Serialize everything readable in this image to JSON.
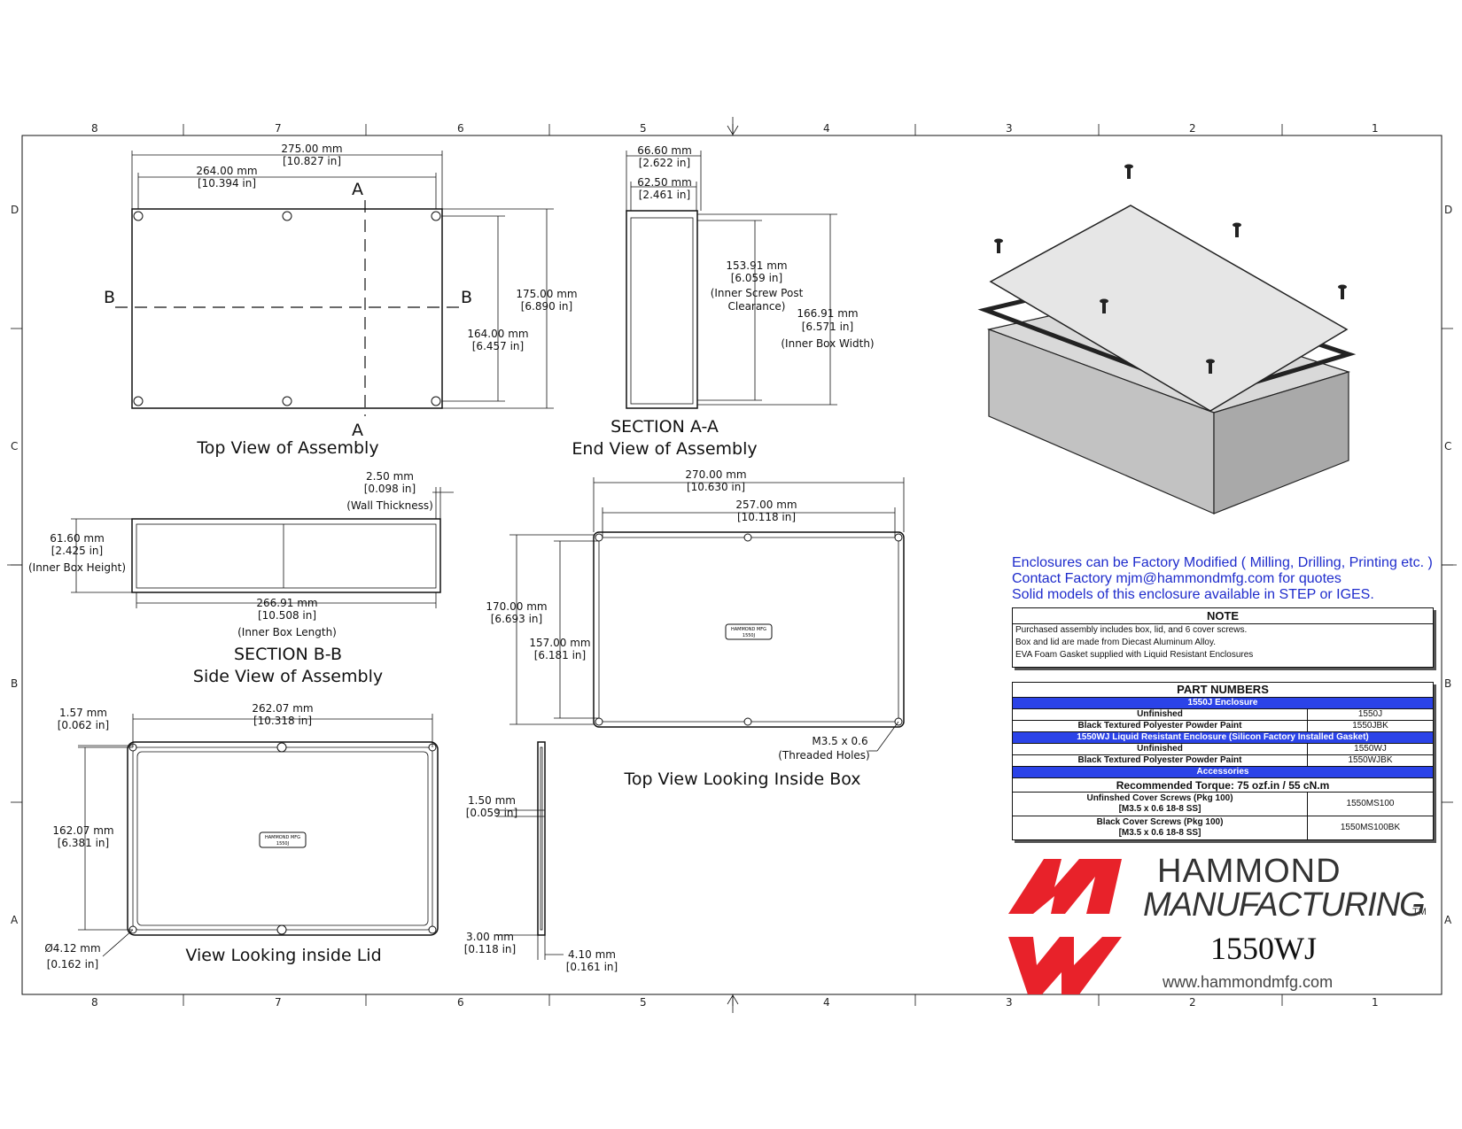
{
  "zones": {
    "cols_top": [
      "8",
      "7",
      "6",
      "5",
      "4",
      "3",
      "2",
      "1"
    ],
    "rows_left": [
      "D",
      "C",
      "B",
      "A"
    ]
  },
  "top_view": {
    "title": "Top View of Assembly",
    "dim_275": "275.00 mm",
    "dim_275_in": "[10.827 in]",
    "dim_264": "264.00 mm",
    "dim_264_in": "[10.394 in]",
    "dim_175": "175.00 mm",
    "dim_175_in": "[6.890 in]",
    "dim_164": "164.00 mm",
    "dim_164_in": "[6.457 in]",
    "sec_a": "A",
    "sec_b": "B"
  },
  "section_aa": {
    "title1": "SECTION A-A",
    "title2": "End View of Assembly",
    "dim_6660": "66.60 mm",
    "dim_6660_in": "[2.622 in]",
    "dim_6250": "62.50 mm",
    "dim_6250_in": "[2.461 in]",
    "dim_15391": "153.91 mm",
    "dim_15391_in": "[6.059 in]",
    "note_15391_a": "(Inner Screw Post",
    "note_15391_b": "Clearance)",
    "dim_16691": "166.91 mm",
    "dim_16691_in": "[6.571 in]",
    "note_16691": "(Inner Box Width)"
  },
  "section_bb": {
    "title1": "SECTION B-B",
    "title2": "Side View of Assembly",
    "dim_250": "2.50 mm",
    "dim_250_in": "[0.098 in]",
    "note_250": "(Wall Thickness)",
    "dim_6160": "61.60 mm",
    "dim_6160_in": "[2.425 in]",
    "note_6160": "(Inner Box Height)",
    "dim_26691": "266.91 mm",
    "dim_26691_in": "[10.508 in]",
    "note_26691": "(Inner Box Length)"
  },
  "inside_box": {
    "title": "Top View Looking Inside Box",
    "dim_270": "270.00 mm",
    "dim_270_in": "[10.630 in]",
    "dim_257": "257.00 mm",
    "dim_257_in": "[10.118 in]",
    "dim_170": "170.00 mm",
    "dim_170_in": "[6.693 in]",
    "dim_157": "157.00 mm",
    "dim_157_in": "[6.181 in]",
    "thread": "M3.5 x 0.6",
    "thread_note": "(Threaded Holes)"
  },
  "inside_lid": {
    "title": "View Looking inside Lid",
    "dim_157mm": "1.57 mm",
    "dim_157mm_in": "[0.062 in]",
    "dim_26207": "262.07 mm",
    "dim_26207_in": "[10.318 in]",
    "dim_16207": "162.07 mm",
    "dim_16207_in": "[6.381 in]",
    "dim_412": "Ø4.12 mm",
    "dim_412_in": "[0.162 in]"
  },
  "lid_side": {
    "dim_150": "1.50 mm",
    "dim_150_in": "[0.059 in]",
    "dim_300": "3.00 mm",
    "dim_300_in": "[0.118 in]",
    "dim_410": "4.10 mm",
    "dim_410_in": "[0.161 in]"
  },
  "info": {
    "line1": "Enclosures can be Factory Modified ( Milling, Drilling, Printing etc. )",
    "line2": "Contact Factory mjm@hammondmfg.com for quotes",
    "line3": "Solid models of this enclosure available in STEP or IGES."
  },
  "note": {
    "heading": "NOTE",
    "lines": [
      "Purchased assembly includes box, lid, and 6 cover screws.",
      "Box and lid are made from Diecast Aluminum Alloy.",
      "EVA Foam Gasket supplied with Liquid Resistant Enclosures"
    ]
  },
  "parts": {
    "heading": "PART NUMBERS",
    "group1": "1550J Enclosure",
    "r1_label": "Unfinished",
    "r1_part": "1550J",
    "r2_label": "Black Textured Polyester Powder Paint",
    "r2_part": "1550JBK",
    "group2": "1550WJ Liquid Resistant Enclosure (Silicon Factory Installed Gasket)",
    "r3_label": "Unfinished",
    "r3_part": "1550WJ",
    "r4_label": "Black Textured Polyester Powder Paint",
    "r4_part": "1550WJBK",
    "group3": "Accessories",
    "torque": "Recommended Torque: 75 ozf.in / 55 cN.m",
    "r5_label_a": "Unfinshed Cover Screws (Pkg 100)",
    "r5_label_b": "[M3.5 x 0.6 18-8 SS]",
    "r5_part": "1550MS100",
    "r6_label_a": "Black Cover Screws (Pkg 100)",
    "r6_label_b": "[M3.5 x 0.6 18-8 SS]",
    "r6_part": "1550MS100BK"
  },
  "brand": {
    "name1": "HAMMOND",
    "name2": "MANUFACTURING",
    "tm": "TM",
    "model": "1550WJ",
    "url": "www.hammondmfg.com",
    "logo_label": "HAMMOND MFG",
    "logo_model": "1550J",
    "logo_color": "#e8222a"
  }
}
